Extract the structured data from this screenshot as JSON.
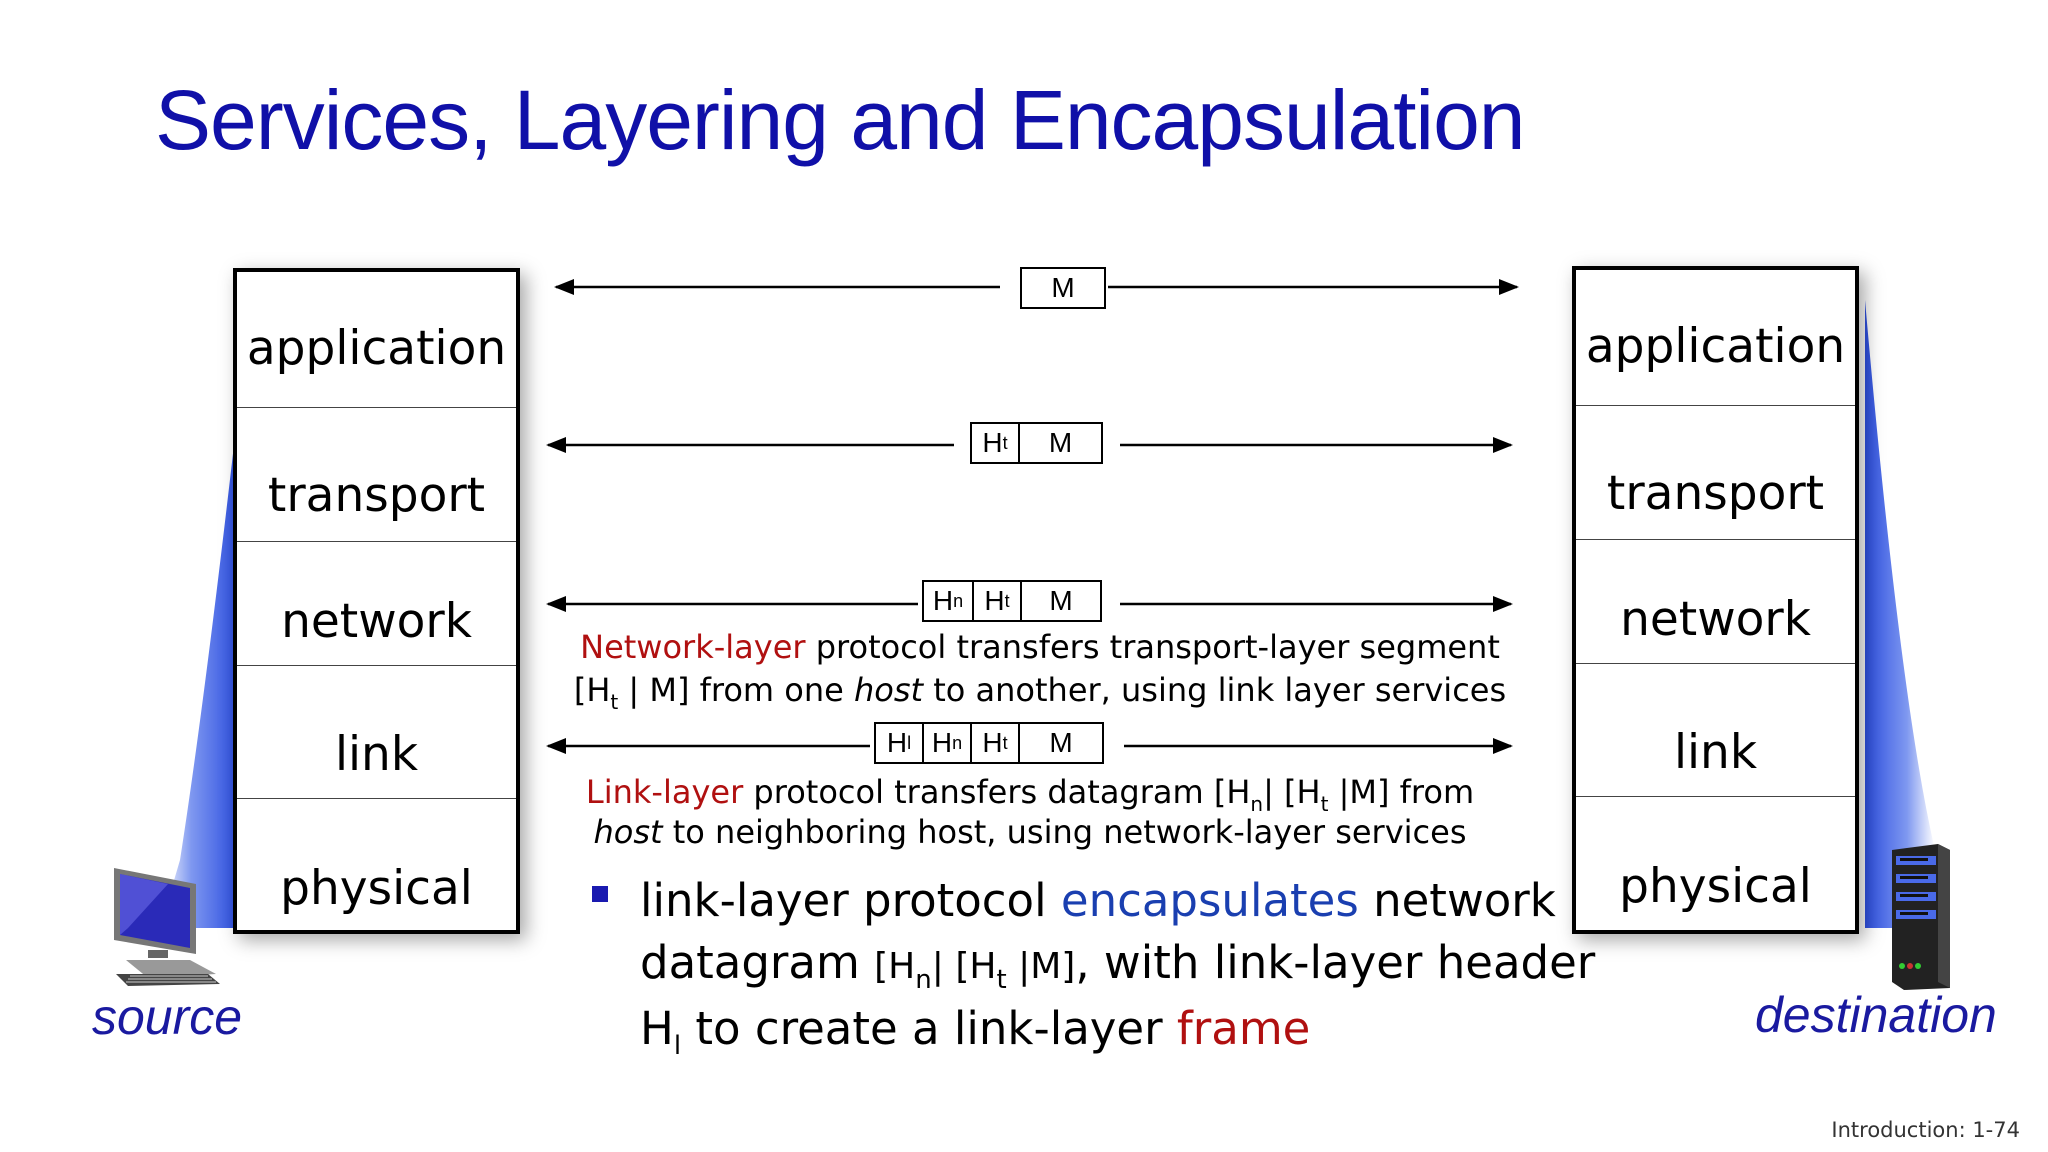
{
  "title": "Services, Layering and Encapsulation",
  "layers": [
    "application",
    "transport",
    "network",
    "link",
    "physical"
  ],
  "source_label": "source",
  "destination_label": "destination",
  "packets": {
    "app": {
      "m": "M"
    },
    "transport": {
      "ht": "H",
      "ht_sub": "t",
      "m": "M"
    },
    "network": {
      "hn": "H",
      "hn_sub": "n",
      "ht": "H",
      "ht_sub": "t",
      "m": "M"
    },
    "link": {
      "hl": "H",
      "hl_sub": "l",
      "hn": "H",
      "hn_sub": "n",
      "ht": "H",
      "ht_sub": "t",
      "m": "M"
    }
  },
  "network_desc": {
    "highlight": "Network-layer",
    "line1_rest": " protocol transfers transport-layer segment",
    "line2_a": "[H",
    "line2_sub": "t",
    "line2_b": " | M] from one ",
    "line2_host": "host",
    "line2_c": " to another, using link layer services"
  },
  "link_desc": {
    "highlight": "Link-layer",
    "line1_a": " protocol transfers datagram [H",
    "line1_sub1": "n",
    "line1_b": "| [H",
    "line1_sub2": "t",
    "line1_c": " |M] from",
    "line2_host": "host",
    "line2_rest": " to neighboring host, using network-layer services"
  },
  "bullet": {
    "l1_a": "link-layer protocol ",
    "l1_blue": "encapsulates",
    "l1_b": " network",
    "l2_a": "datagram ",
    "l2_small_a": "[H",
    "l2_sub1": "n",
    "l2_small_b": "| [H",
    "l2_sub2": "t",
    "l2_small_c": " |M]",
    "l2_b": ", with link-layer header",
    "l3_a": "H",
    "l3_sub": "l",
    "l3_b": " to create a link-layer ",
    "l3_red": "frame"
  },
  "footer": "Introduction: 1-74",
  "colors": {
    "title": "#1010a8",
    "highlight_red": "#b01010",
    "highlight_blue": "#1a3fb0",
    "cone_blue": "#3a5ee8"
  }
}
